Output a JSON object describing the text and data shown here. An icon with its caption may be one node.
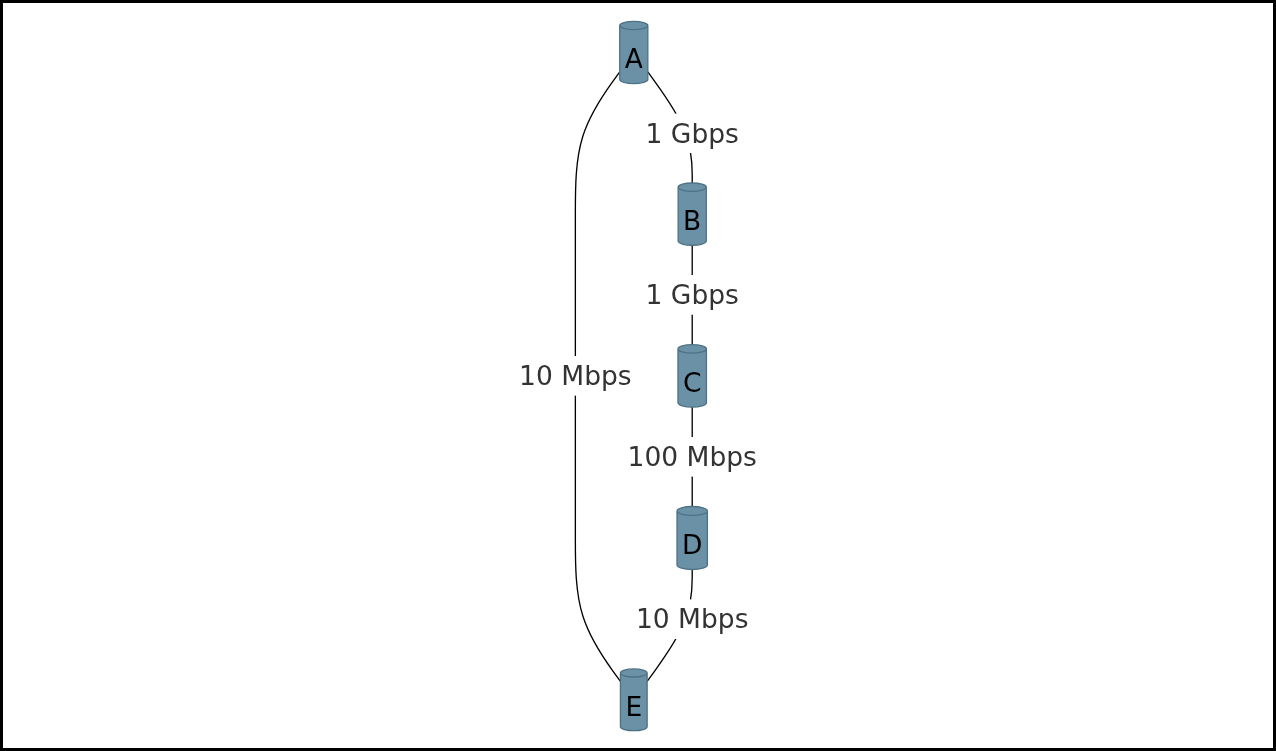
{
  "diagram": {
    "nodes": [
      {
        "text": [
          "A"
        ]
      },
      {
        "text": [
          "B"
        ]
      },
      {
        "text": [
          "C"
        ]
      },
      {
        "text": [
          "D"
        ]
      },
      {
        "text": [
          "E"
        ]
      }
    ],
    "edges": [
      {
        "from": 0,
        "to": 1,
        "arrow": "none",
        "label": "1 Gbps"
      },
      {
        "from": 0,
        "to": 4,
        "arrow": "none",
        "label": "10 Mbps"
      },
      {
        "from": 1,
        "to": 2,
        "arrow": "none",
        "label": "1 Gbps"
      },
      {
        "from": 2,
        "to": 3,
        "arrow": "none",
        "label": "100 Mbps"
      },
      {
        "from": 3,
        "to": 4,
        "arrow": "none",
        "label": "10 Mbps"
      }
    ]
  }
}
